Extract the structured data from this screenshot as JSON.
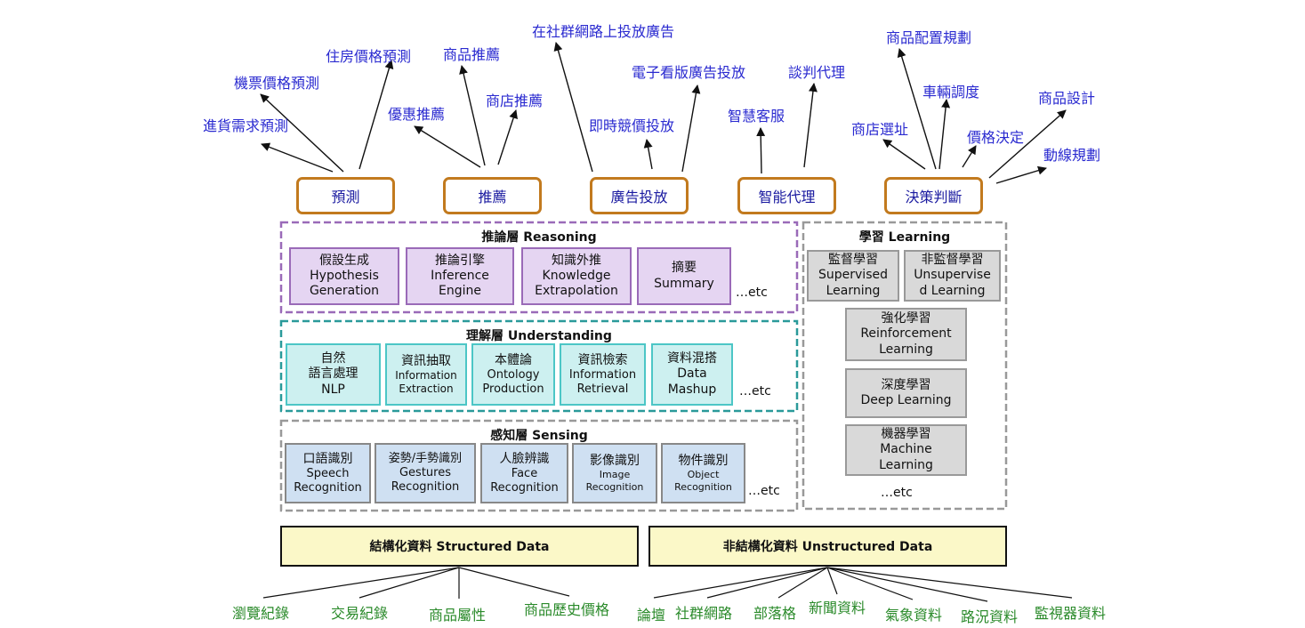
{
  "applications": {
    "categories": [
      "預測",
      "推薦",
      "廣告投放",
      "智能代理",
      "決策判斷"
    ],
    "predict": [
      "進貨需求預測",
      "機票價格預測",
      "住房價格預測"
    ],
    "recommend": [
      "優惠推薦",
      "商品推薦",
      "商店推薦"
    ],
    "ads": [
      "在社群網路上投放廣告",
      "即時競價投放",
      "電子看版廣告投放"
    ],
    "agent": [
      "智慧客服",
      "談判代理"
    ],
    "decision": [
      "商店選址",
      "商品配置規劃",
      "車輛調度",
      "價格決定",
      "商品設計",
      "動線規劃"
    ]
  },
  "reasoning": {
    "title": "推論層 Reasoning",
    "modules": [
      [
        "假設生成",
        "Hypothesis",
        "Generation"
      ],
      [
        "推論引擎",
        "Inference",
        "Engine"
      ],
      [
        "知識外推",
        "Knowledge",
        "Extrapolation"
      ],
      [
        "摘要",
        "Summary"
      ]
    ],
    "etc": "…etc"
  },
  "understanding": {
    "title": "理解層 Understanding",
    "modules": [
      [
        "自然",
        "語言處理",
        "NLP"
      ],
      [
        "資訊抽取",
        "Information",
        "Extraction"
      ],
      [
        "本體論",
        "Ontology",
        "Production"
      ],
      [
        "資訊檢索",
        "Information",
        "Retrieval"
      ],
      [
        "資料混搭",
        "Data",
        "Mashup"
      ]
    ],
    "etc": "…etc"
  },
  "sensing": {
    "title": "感知層 Sensing",
    "modules": [
      [
        "口語識別",
        "Speech",
        "Recognition"
      ],
      [
        "姿勢/手勢識別",
        "Gestures",
        "Recognition"
      ],
      [
        "人臉辨識",
        "Face",
        "Recognition"
      ],
      [
        "影像識別",
        "Image",
        "Recognition"
      ],
      [
        "物件識別",
        "Object",
        "Recognition"
      ]
    ],
    "etc": "…etc"
  },
  "learning": {
    "title": "學習 Learning",
    "modules": [
      [
        "監督學習",
        "Supervised",
        "Learning"
      ],
      [
        "非監督學習",
        "Unsupervise",
        "d Learning"
      ],
      [
        "強化學習",
        "Reinforcement",
        "Learning"
      ],
      [
        "深度學習",
        "Deep Learning"
      ],
      [
        "機器學習",
        "Machine",
        "Learning"
      ]
    ],
    "etc": "…etc"
  },
  "data": {
    "structured": "結構化資料 Structured Data",
    "unstructured": "非結構化資料 Unstructured Data",
    "structured_sources": [
      "瀏覽紀錄",
      "交易紀錄",
      "商品屬性",
      "商品歷史價格"
    ],
    "unstructured_sources": [
      "論壇",
      "社群網路",
      "部落格",
      "新聞資料",
      "氣象資料",
      "路況資料",
      "監視器資料"
    ]
  },
  "colors": {
    "app_text": "#2a2ad0",
    "source_text": "#2a8a2a",
    "app_box_border": "#c27a1e",
    "reasoning": "#9a6ab8",
    "understanding": "#2a9a9a",
    "sensing": "#999999",
    "data_box": "#fbf8c8"
  }
}
